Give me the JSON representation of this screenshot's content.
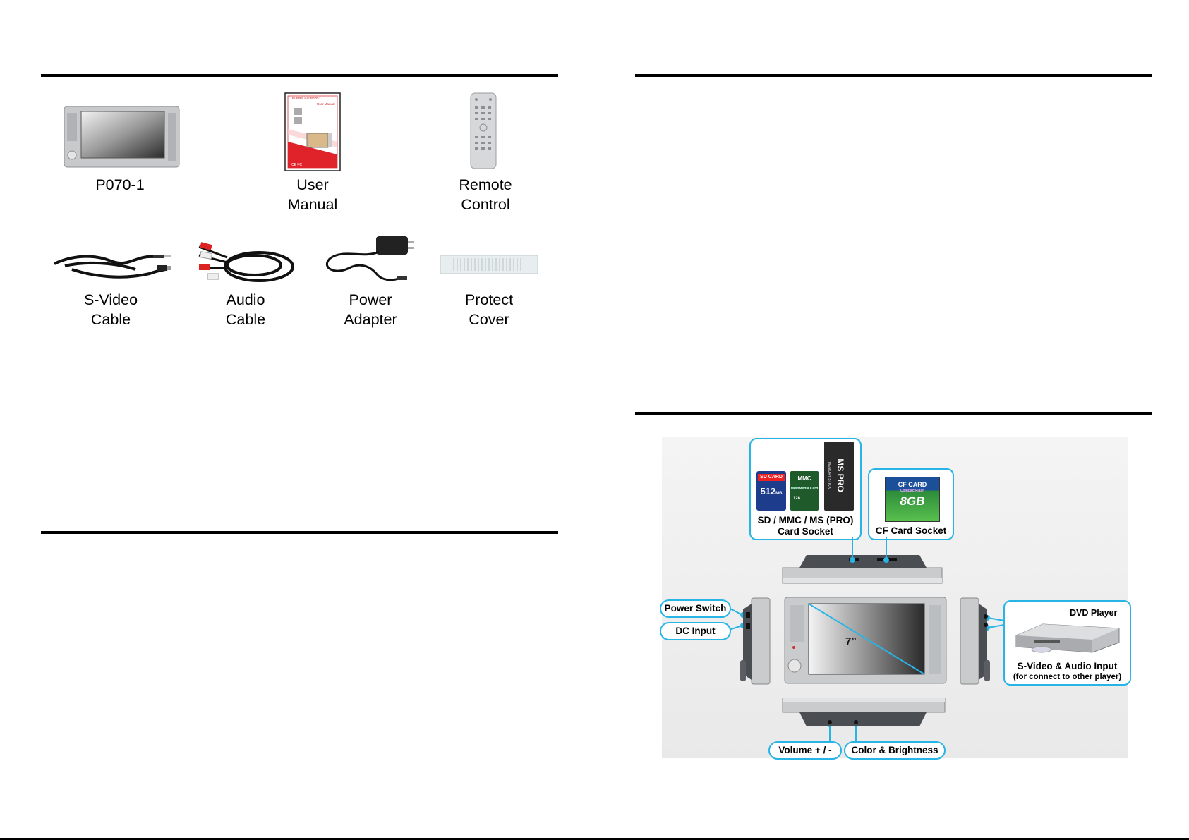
{
  "left_page": {
    "contents": [
      {
        "id": "p0701",
        "line1": "P070-1",
        "line2": ""
      },
      {
        "id": "manual",
        "line1": "User",
        "line2": "Manual"
      },
      {
        "id": "remote",
        "line1": "Remote",
        "line2": "Control"
      },
      {
        "id": "svideo",
        "line1": "S-Video",
        "line2": "Cable"
      },
      {
        "id": "audio",
        "line1": "Audio",
        "line2": "Cable"
      },
      {
        "id": "power",
        "line1": "Power",
        "line2": "Adapter"
      },
      {
        "id": "protect",
        "line1": "Protect",
        "line2": "Cover"
      }
    ],
    "manual_cover": {
      "brand": "EVERSUNE P070-1",
      "subtitle": "User Manual",
      "mark": "CE FC"
    }
  },
  "right_page": {
    "diagram": {
      "card_socket_label_1": "SD / MMC / MS (PRO)",
      "card_socket_label_2": "Card Socket",
      "cf_socket_label": "CF Card Socket",
      "sd_card_text": "SD CARD",
      "sd_card_size": "512",
      "sd_card_unit": "MB",
      "mmc_text": "MMC",
      "mmc_sub": "MultiMedia Card",
      "mmc_size": "128",
      "ms_pro_text": "MS PRO",
      "ms_side_text": "MEMORY STICK",
      "cf_card_text": "CF CARD",
      "cf_card_sub": "CompactFlash",
      "cf_card_size": "8GB",
      "power_switch": "Power Switch",
      "dc_input": "DC Input",
      "screen_size": "7”",
      "dvd_player": "DVD Player",
      "svideo_audio_1": "S-Video & Audio Input",
      "svideo_audio_2": "(for connect to other player)",
      "volume": "Volume + / -",
      "color_brightness": "Color & Brightness"
    }
  },
  "colors": {
    "accent": "#29b4e6",
    "rule": "#000000",
    "device_silver": "#c9cbcd",
    "device_dark": "#4a4d52"
  }
}
